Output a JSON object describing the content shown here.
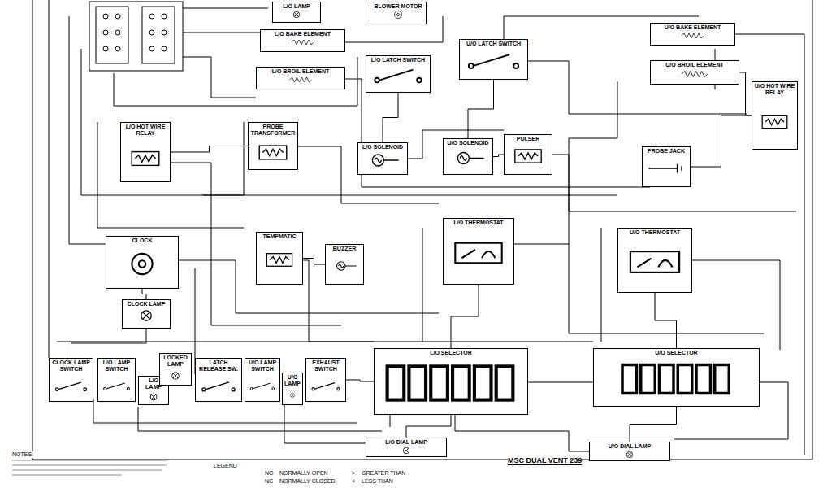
{
  "diagram": {
    "title": "MSC DUAL VENT 239",
    "nodes": [
      {
        "text": [
          "L/O LAMP"
        ]
      },
      {
        "text": [
          "BLOWER MOTOR"
        ]
      },
      {
        "text": [
          "U/O LATCH SWITCH"
        ]
      },
      {
        "text": [
          "L/O LATCH SWITCH"
        ]
      },
      {
        "text": [
          "L/O BAKE ELEMENT"
        ]
      },
      {
        "text": [
          "L/O BROIL ELEMENT"
        ]
      },
      {
        "text": [
          "U/O BAKE ELEMENT"
        ]
      },
      {
        "text": [
          "U/O BROIL ELEMENT"
        ]
      },
      {
        "text": [
          "L/O HOT WIRE RELAY"
        ]
      },
      {
        "text": [
          "U/O HOT WIRE RELAY"
        ]
      },
      {
        "text": [
          "PROBE TRANSFORMER"
        ]
      },
      {
        "text": [
          "L/O SOLENOID"
        ]
      },
      {
        "text": [
          "U/O SOLENOID"
        ]
      },
      {
        "text": [
          "PULSER"
        ]
      },
      {
        "text": [
          "PROBE JACK"
        ]
      },
      {
        "text": [
          "CLOCK"
        ]
      },
      {
        "text": [
          "CLOCK LAMP"
        ]
      },
      {
        "text": [
          "TEMPMATIC"
        ]
      },
      {
        "text": [
          "BUZZER"
        ]
      },
      {
        "text": [
          "L/O THERMOSTAT"
        ]
      },
      {
        "text": [
          "U/O THERMOSTAT"
        ]
      },
      {
        "text": [
          "CLOCK LAMP SWITCH"
        ]
      },
      {
        "text": [
          "L/O LAMP SWITCH"
        ]
      },
      {
        "text": [
          "L/O LAMP"
        ]
      },
      {
        "text": [
          "LOCKED LAMP"
        ]
      },
      {
        "text": [
          "LATCH RELEASE SW."
        ]
      },
      {
        "text": [
          "U/O LAMP SWITCH"
        ]
      },
      {
        "text": [
          "U/O LAMP"
        ]
      },
      {
        "text": [
          "EXHAUST SWITCH"
        ]
      },
      {
        "text": [
          "L/O SELECTOR"
        ]
      },
      {
        "text": [
          "U/O SELECTOR"
        ]
      },
      {
        "text": [
          "L/O DIAL LAMP"
        ]
      },
      {
        "text": [
          "U/O DIAL LAMP"
        ]
      }
    ],
    "edges": [
      {
        "from": 15,
        "to": 16,
        "arrow": "none"
      },
      {
        "from": 16,
        "to": 21,
        "arrow": "none"
      },
      {
        "from": 29,
        "to": 31,
        "arrow": "none"
      },
      {
        "from": 30,
        "to": 32,
        "arrow": "none"
      },
      {
        "from": 19,
        "to": 29,
        "arrow": "none"
      },
      {
        "from": 20,
        "to": 30,
        "arrow": "none"
      },
      {
        "from": 8,
        "to": 10,
        "arrow": "none"
      },
      {
        "from": 9,
        "to": 7,
        "arrow": "none"
      },
      {
        "from": 11,
        "to": 3,
        "arrow": "none"
      },
      {
        "from": 12,
        "to": 2,
        "arrow": "none"
      },
      {
        "from": 17,
        "to": 18,
        "arrow": "none"
      },
      {
        "from": 14,
        "to": 9,
        "arrow": "none"
      },
      {
        "from": 13,
        "to": 12,
        "arrow": "none"
      },
      {
        "from": 28,
        "to": 29,
        "arrow": "none"
      }
    ],
    "labels": [
      "NOTES:",
      "LEGEND",
      "NO",
      "NORMALLY OPEN",
      "NC",
      "NORMALLY CLOSED",
      ">",
      "GREATER THAN",
      "<",
      "LESS THAN"
    ]
  }
}
